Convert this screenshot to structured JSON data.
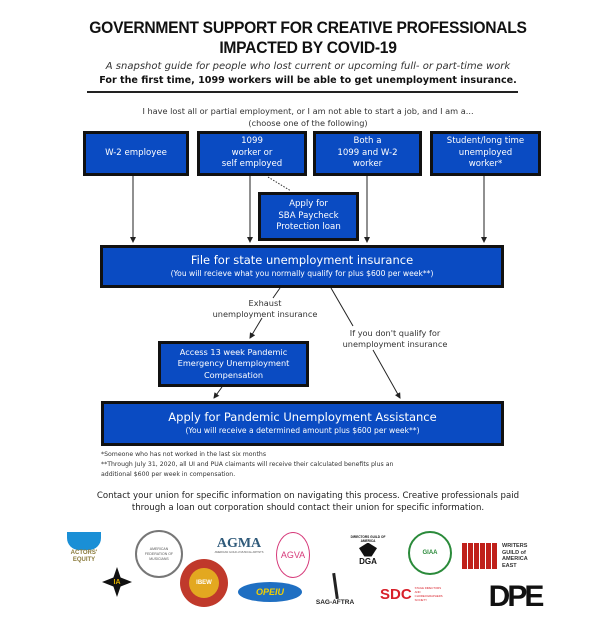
{
  "header": {
    "title_line1": "GOVERNMENT SUPPORT FOR CREATIVE PROFESSIONALS",
    "title_line2": "IMPACTED BY COVID-19",
    "subtitle": "A snapshot guide for people who lost current or upcoming full- or part-time work",
    "highlight": "For the first time, 1099 workers will be able to get unemployment insurance."
  },
  "intro": {
    "line1": "I have lost all or partial employment, or I am not able to start a job, and I am a...",
    "line2": "(choose one of the following)"
  },
  "choices": [
    {
      "label": "W-2 employee"
    },
    {
      "label": "1099\nworker or\nself employed"
    },
    {
      "label": "Both a\n1099 and W-2\nworker"
    },
    {
      "label": "Student/long time\nunemployed\nworker*"
    }
  ],
  "sba_box": "Apply for\nSBA Paycheck\nProtection loan",
  "state_ui": {
    "title": "File for state unemployment insurance",
    "note": "(You will recieve what you normally qualify for plus $600 per week**)"
  },
  "edge_labels": {
    "exhaust": "Exhaust\nunemployment insurance",
    "not_qualify": "If you don't qualify for\nunemployment insurance"
  },
  "peuc_box": "Access 13 week Pandemic\nEmergency Unemployment\nCompensation",
  "pua": {
    "title": "Apply for Pandemic Unemployment Assistance",
    "note": "(You will receive a determined amount plus $600 per week**)"
  },
  "footnotes": [
    "*Someone who has not worked in the last six months",
    "**Through July 31, 2020, all UI and PUA claimants will receive their calculated benefits plus an additional $600 per week in compensation."
  ],
  "contact": "Contact your union for specific information on navigating this process. Creative professionals paid through a loan out corporation should contact their union for specific information.",
  "logos": {
    "actors_equity": "ACTORS' EQUITY",
    "iatse": "IA",
    "afm": "AMERICAN FEDERATION OF MUSICIANS",
    "ibew": "IBEW",
    "agma": "AGMA",
    "agma_sub": "AMERICAN GUILD of MUSICAL ARTISTS",
    "agva": "AGVA",
    "opeiu": "OPEIU",
    "sag": "SAG-AFTRA",
    "dga": "DGA",
    "dga_ring": "DIRECTORS GUILD OF AMERICA",
    "sdc": "SDC",
    "sdc_sub": "STAGE DIRECTORS AND CHOREOGRAPHERS SOCIETY",
    "giaa": "GIAA",
    "wga": "WRITERS GUILD of AMERICA EAST",
    "dpe": "DPE"
  },
  "colors": {
    "box_blue": "#0a4bc2",
    "border": "#111111"
  }
}
